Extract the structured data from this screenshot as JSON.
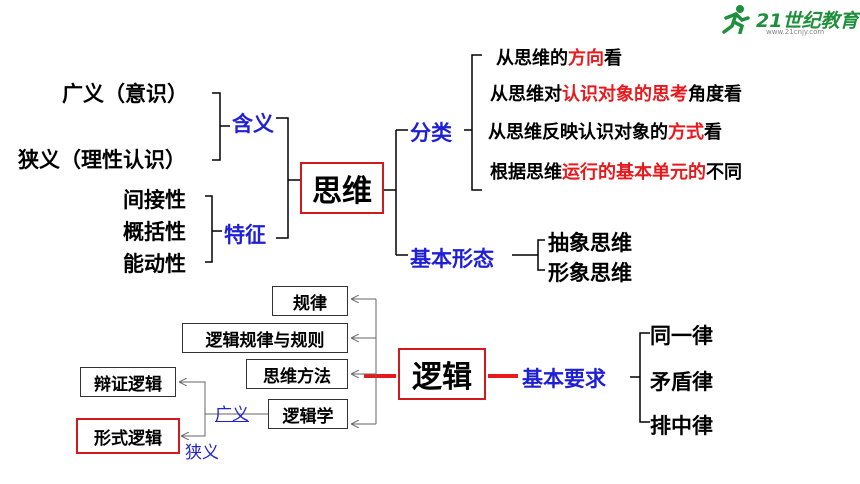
{
  "logo": {
    "brand": "21世纪教育",
    "url": "www.21cnjy.com"
  },
  "center": "思维",
  "meaning": {
    "label": "含义",
    "broad": "广义（意识）",
    "narrow": "狭义（理性认识）"
  },
  "features": {
    "label": "特征",
    "items": [
      "间接性",
      "概括性",
      "能动性"
    ]
  },
  "classification": {
    "label": "分类",
    "items": [
      {
        "pre": "从思维的",
        "hl": "方向",
        "post": "看"
      },
      {
        "pre": "从思维对",
        "hl": "认识对象的思考",
        "post": "角度看"
      },
      {
        "pre": "从思维反映认识对象的",
        "hl": "方式",
        "post": "看"
      },
      {
        "pre": "根据思维",
        "hl": "运行的基本单元的",
        "post": "不同"
      }
    ]
  },
  "basic_forms": {
    "label": "基本形态",
    "items": [
      "抽象思维",
      "形象思维"
    ]
  },
  "logic": {
    "center": "逻辑",
    "meanings": [
      "规律",
      "逻辑规律与规则",
      "思维方法",
      "逻辑学"
    ],
    "requirements_label": "基本要求",
    "laws": [
      "同一律",
      "矛盾律",
      "排中律"
    ],
    "dialectical": "辩证逻辑",
    "formal": "形式逻辑",
    "broad": "广义",
    "narrow": "狭义"
  }
}
